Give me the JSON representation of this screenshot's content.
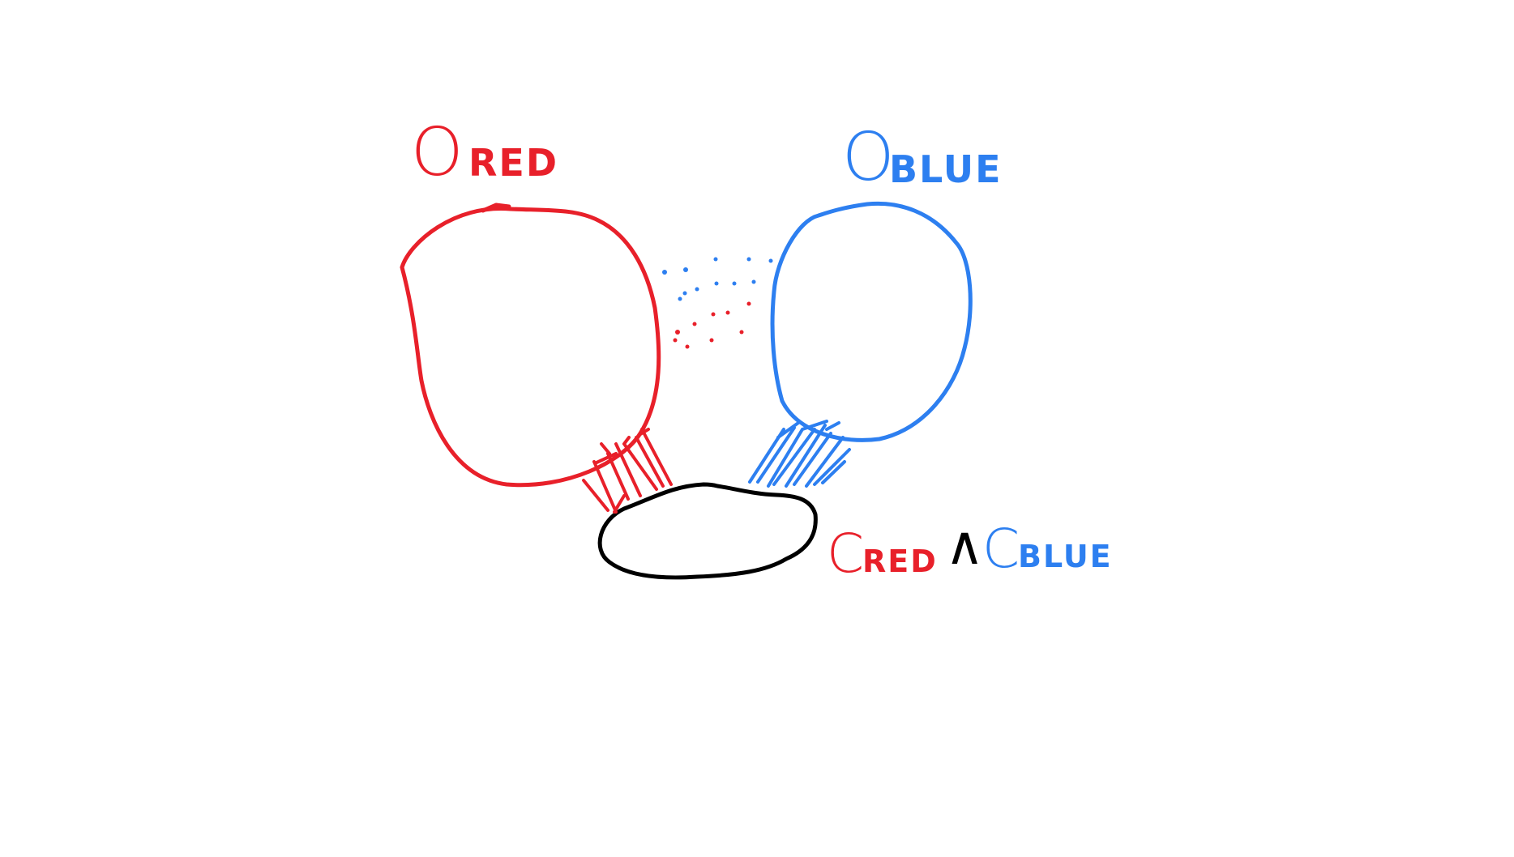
{
  "colors": {
    "red": "#e8202a",
    "blue": "#2d7ff0",
    "black": "#000000",
    "background": "#ffffff"
  },
  "labels": {
    "o_red": {
      "main": "O",
      "sub": "RED"
    },
    "o_blue": {
      "main": "O",
      "sub": "BLUE"
    },
    "intersection": {
      "c_red_main": "C",
      "c_red_sub": "RED",
      "and_symbol": "∧",
      "c_blue_main": "C",
      "c_blue_sub": "BLUE"
    }
  }
}
